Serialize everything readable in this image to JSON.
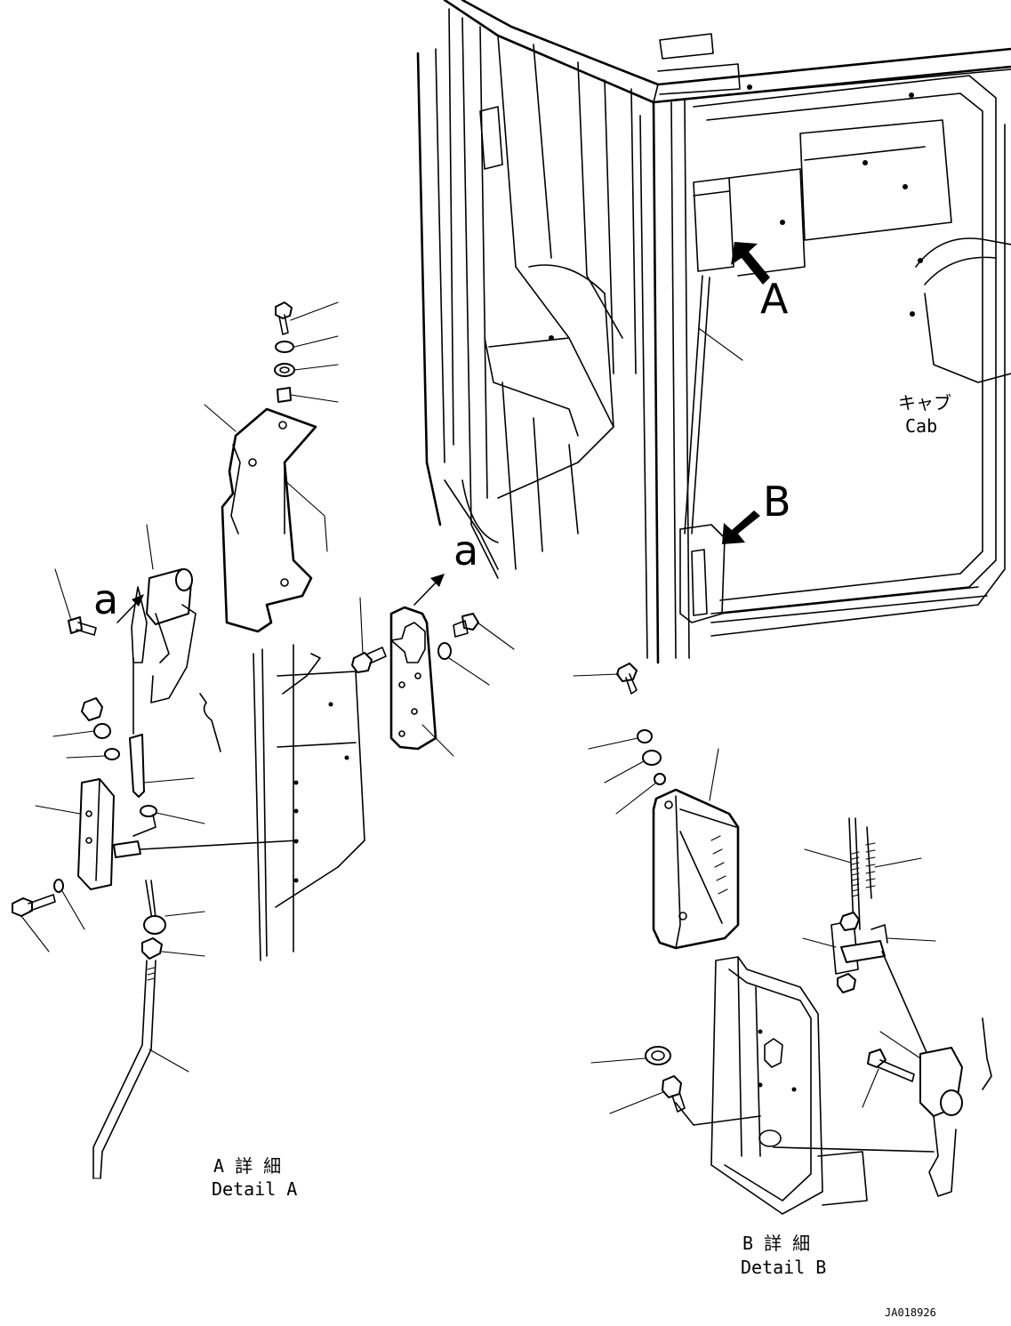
{
  "labels": {
    "view_a": "A",
    "view_b": "B",
    "arrow_a_left": "a",
    "arrow_a_right": "a",
    "cab_jp": "キャブ",
    "cab_en": "Cab",
    "detail_a_jp": "A 詳 細",
    "detail_a_en": "Detail A",
    "detail_b_jp": "B 詳 細",
    "detail_b_en": "Detail B",
    "drawing_id": "JA018926"
  }
}
